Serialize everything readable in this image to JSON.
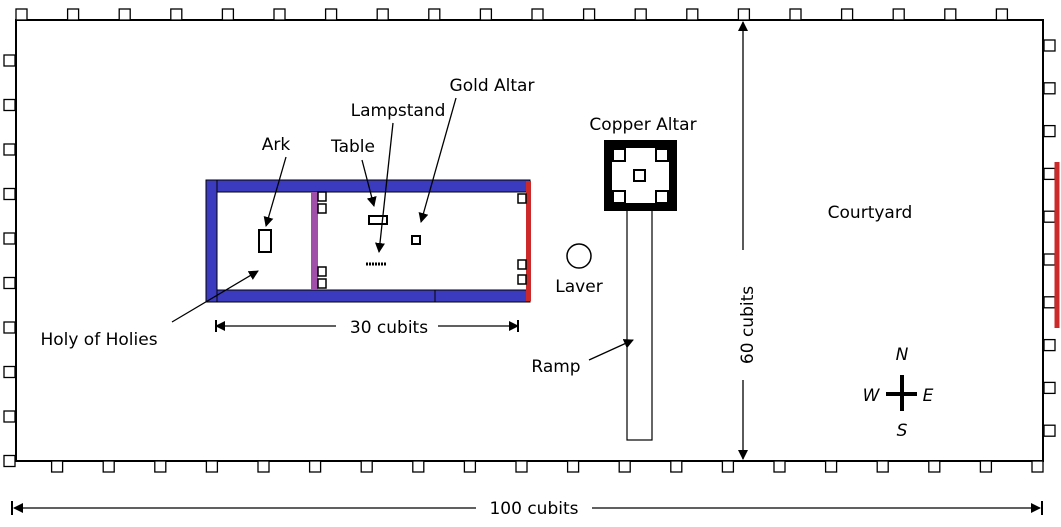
{
  "labels": {
    "ark": "Ark",
    "table": "Table",
    "lampstand": "Lampstand",
    "gold_altar": "Gold Altar",
    "copper_altar": "Copper Altar",
    "laver": "Laver",
    "ramp": "Ramp",
    "holy_of_holies": "Holy of Holies",
    "courtyard": "Courtyard",
    "tabernacle_length": "30 cubits",
    "court_width": "60 cubits",
    "court_length": "100 cubits"
  },
  "compass": {
    "n": "N",
    "s": "S",
    "e": "E",
    "w": "W"
  },
  "colors": {
    "curtain_blue": "#3b3bbf",
    "veil_purple": "#a050a8",
    "entrance_red": "#cc2a2a"
  }
}
